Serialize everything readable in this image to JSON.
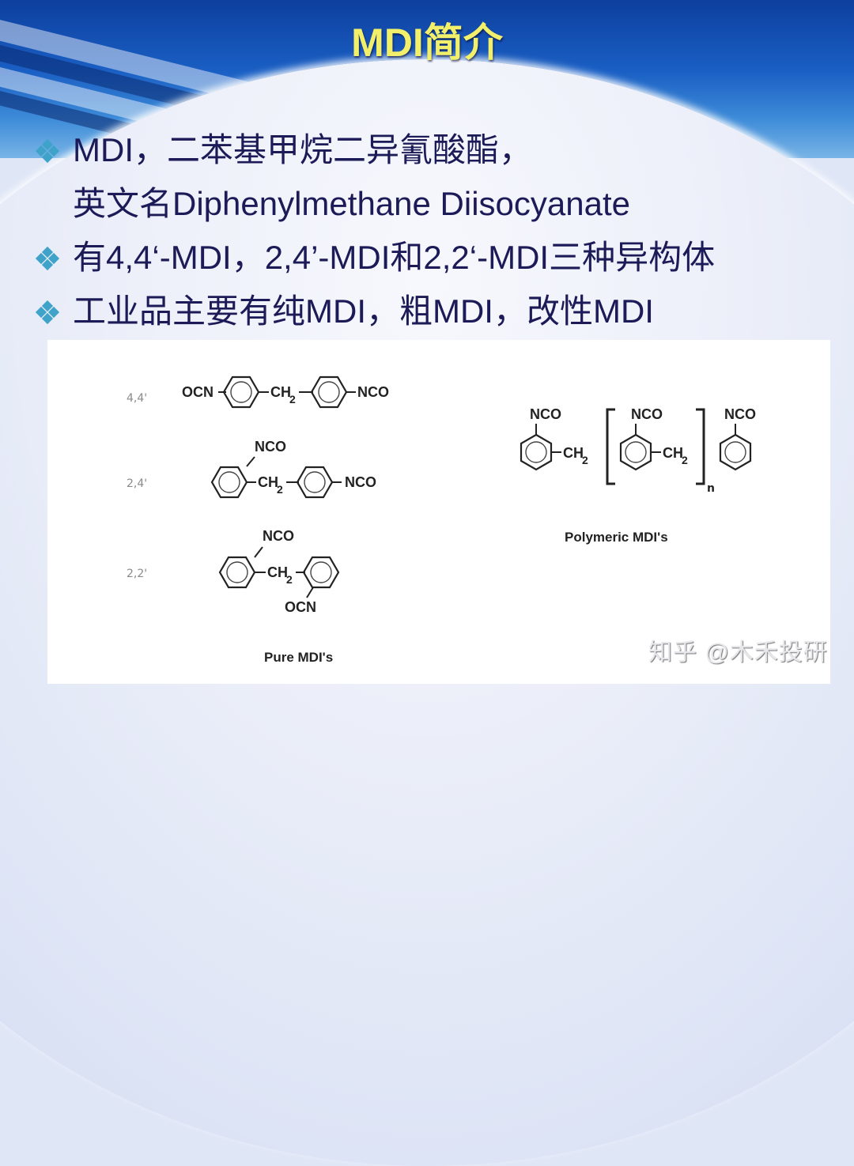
{
  "slide": {
    "title": "MDI简介",
    "bullets": [
      {
        "line1": "MDI，二苯基甲烷二异氰酸酯，",
        "line2": "英文名Diphenylmethane Diisocyanate"
      },
      {
        "line1": "有4,4‘-MDI，2,4’-MDI和2,2‘-MDI三种异构体"
      },
      {
        "line1": "工业品主要有纯MDI，粗MDI，改性MDI"
      }
    ],
    "bullet_icon": "four-diamond-bullet-icon"
  },
  "figure": {
    "pure": {
      "isomer_labels": [
        "4,4'",
        "2,4'",
        "2,2'"
      ],
      "caption": "Pure MDI's",
      "groups": {
        "nco": "NCO",
        "ocn": "OCN",
        "ch2": "CH",
        "sub2": "2"
      }
    },
    "polymeric": {
      "caption": "Polymeric MDI's",
      "repeat_subscript": "n"
    }
  },
  "watermark": "知乎 @木禾投研",
  "colors": {
    "title": "#f2f06a",
    "body_text": "#1c1b58",
    "bullet": "#3fa3c9",
    "sky": "#1a5fc4"
  }
}
